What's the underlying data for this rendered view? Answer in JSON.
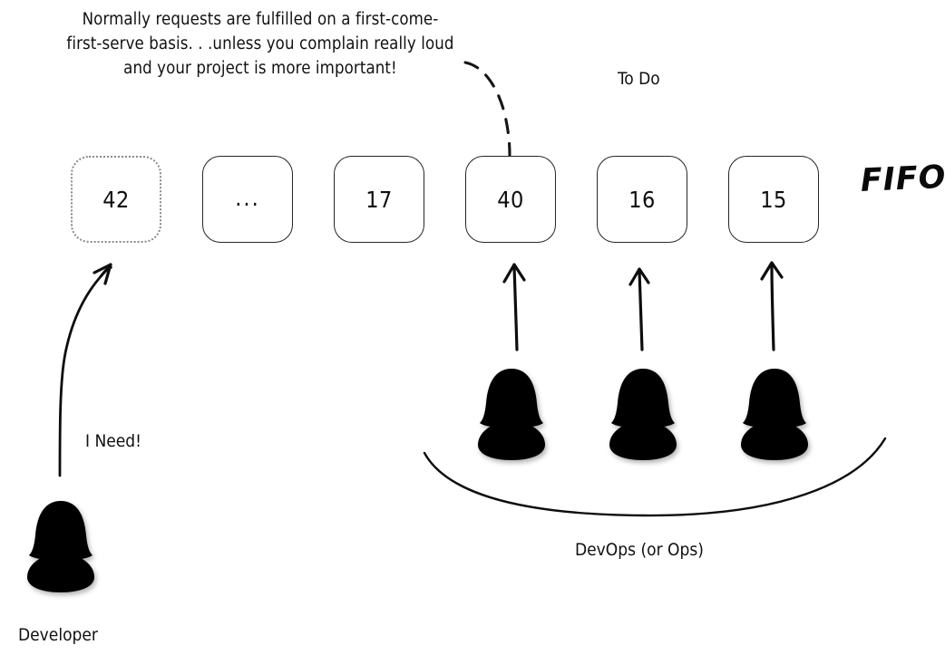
{
  "diagram": {
    "title_annotation": "Normally requests are fulfilled on a first-come-\nfirst-serve basis. . .unless you complain really loud\nand your project is more important!",
    "queue_label": "To Do",
    "policy_label": "FIFO",
    "request_label": "I Need!",
    "developer_label": "Developer",
    "devops_label": "DevOps (or Ops)",
    "queue": [
      {
        "value": "42",
        "style": "dotted"
      },
      {
        "value": "...",
        "style": "solid"
      },
      {
        "value": "17",
        "style": "solid"
      },
      {
        "value": "40",
        "style": "solid"
      },
      {
        "value": "16",
        "style": "solid"
      },
      {
        "value": "15",
        "style": "solid"
      }
    ],
    "colors": {
      "ink": "#111111",
      "box_border": "#262626",
      "pending_border": "#8a8a8a",
      "figure": "#000000",
      "background": "#ffffff"
    }
  }
}
